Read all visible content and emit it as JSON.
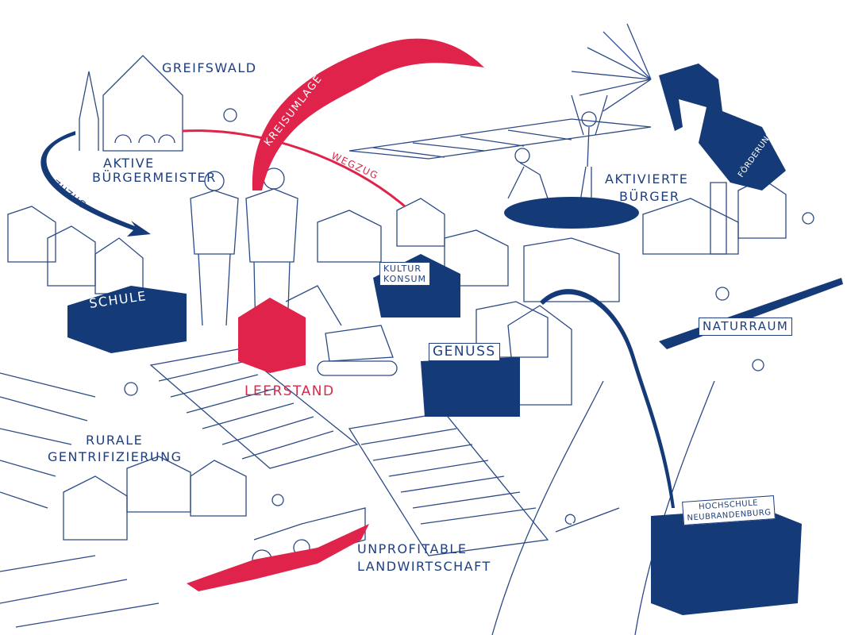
{
  "colors": {
    "navy": "#153a78",
    "red": "#e0234b",
    "line": "#2c4a86"
  },
  "labels": {
    "greifswald": "GREIFSWALD",
    "aktive_buergermeister_1": "AKTIVE",
    "aktive_buergermeister_2": "BÜRGERMEISTER",
    "zuzug": "ZUZUG",
    "kreisumlage": "KREISUMLAGE",
    "wegzug": "WEGZUG",
    "aktivierte_buerger_1": "AKTIVIERTE",
    "aktivierte_buerger_2": "BÜRGER",
    "foerderung": "FÖRDERUNG",
    "schule": "SCHULE",
    "kultur_konsum_1": "KULTUR",
    "kultur_konsum_2": "KONSUM",
    "leerstand": "LEERSTAND",
    "genuss": "GENUSS",
    "naturraum": "NATURRAUM",
    "rurale_gentrifizierung_1": "RURALE",
    "rurale_gentrifizierung_2": "GENTRIFIZIERUNG",
    "unprofitable_landwirtschaft_1": "UNPROFITABLE",
    "unprofitable_landwirtschaft_2": "LANDWIRTSCHAFT",
    "hochschule_1": "HOCHSCHULE",
    "hochschule_2": "NEUBRANDENBURG"
  }
}
